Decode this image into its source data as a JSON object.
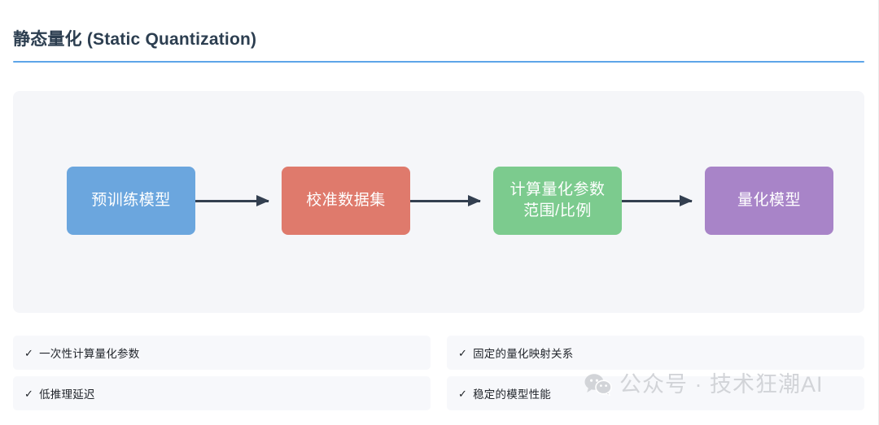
{
  "header": {
    "title": "静态量化 (Static Quantization)",
    "rule_color": "#5da5e8"
  },
  "diagram": {
    "panel_background": "#f5f6f9",
    "arrow_color": "#333f50",
    "nodes": [
      {
        "id": "pretrained-model",
        "label": "预训练模型",
        "label_line2": "",
        "color": "#6ba6de"
      },
      {
        "id": "calibration-data",
        "label": "校准数据集",
        "label_line2": "",
        "color": "#df7a6c"
      },
      {
        "id": "compute-params",
        "label": "计算量化参数",
        "label_line2": "范围/比例",
        "color": "#7ccb8e"
      },
      {
        "id": "quantized-model",
        "label": "量化模型",
        "label_line2": "",
        "color": "#a884c8"
      }
    ]
  },
  "features": {
    "check_glyph": "✓",
    "items": [
      {
        "label": "一次性计算量化参数"
      },
      {
        "label": "固定的量化映射关系"
      },
      {
        "label": "低推理延迟"
      },
      {
        "label": "稳定的模型性能"
      }
    ]
  },
  "watermark": {
    "icon": "wechat-icon",
    "text": "公众号 · 技术狂潮AI",
    "color": "#d2d4d8"
  }
}
